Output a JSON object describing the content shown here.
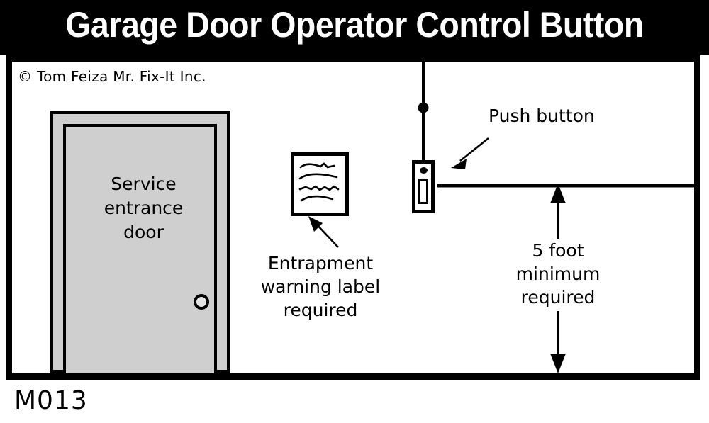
{
  "header": {
    "title": "Garage Door Operator Control Button"
  },
  "diagram": {
    "copyright": "© Tom Feiza Mr. Fix-It Inc.",
    "plate_code": "M013",
    "labels": {
      "service_door": "Service\nentrance\ndoor",
      "warning_label": "Entrapment\nwarning label\nrequired",
      "push_button": "Push button",
      "dimension": "5 foot\nminimum\nrequired"
    },
    "colors": {
      "header_background": "#000000",
      "header_text": "#ffffff",
      "frame_stroke": "#000000",
      "door_fill": "#cfcfcf",
      "knob_fill": "#e4e4e4",
      "paper": "#ffffff"
    },
    "annotations": {
      "dimension_value": "5 foot minimum",
      "measured_from": "floor",
      "measured_to": "push button"
    }
  }
}
